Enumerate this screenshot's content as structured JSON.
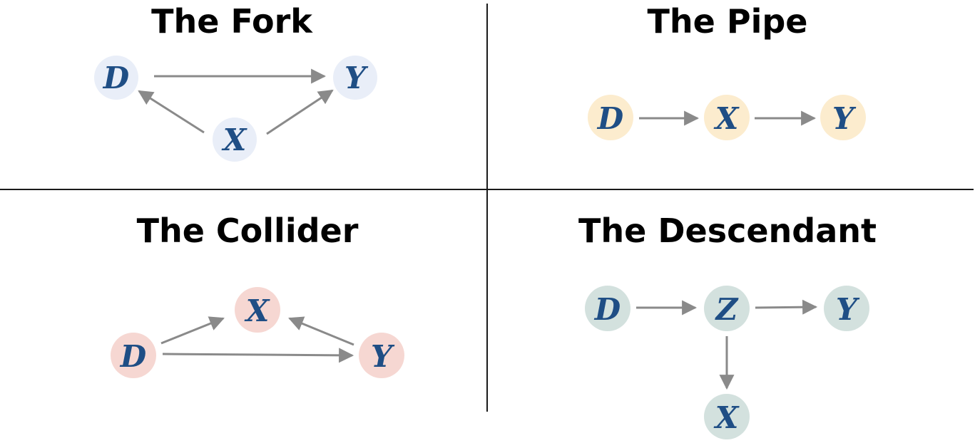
{
  "colors": {
    "divider": "#1a1a1a",
    "arrow": "#8a8a8a",
    "node_text": "#1f4e85",
    "fork_node": "#e9eef8",
    "pipe_node": "#fcecce",
    "collider_node": "#f6d7d2",
    "descendant_node": "#d3e1de"
  },
  "panels": {
    "fork": {
      "title": "The Fork",
      "nodes": {
        "d": "D",
        "y": "Y",
        "x": "X"
      }
    },
    "pipe": {
      "title": "The Pipe",
      "nodes": {
        "d": "D",
        "x": "X",
        "y": "Y"
      }
    },
    "collider": {
      "title": "The Collider",
      "nodes": {
        "x": "X",
        "d": "D",
        "y": "Y"
      }
    },
    "descendant": {
      "title": "The Descendant",
      "nodes": {
        "d": "D",
        "z": "Z",
        "y": "Y",
        "x": "X"
      }
    }
  }
}
